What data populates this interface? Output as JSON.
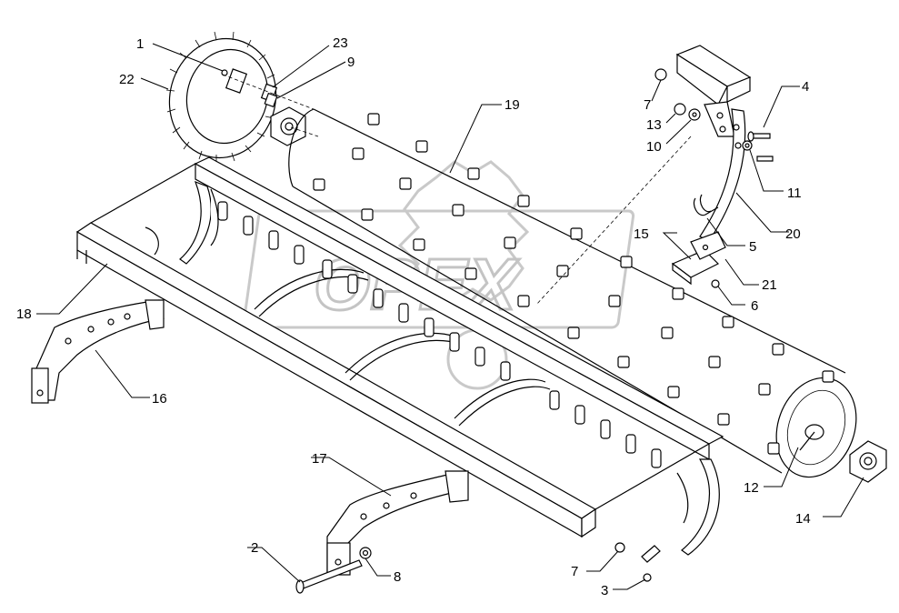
{
  "watermark": {
    "text": "OPEX"
  },
  "callouts": {
    "c1": "1",
    "c2": "2",
    "c3": "3",
    "c4": "4",
    "c5": "5",
    "c6": "6",
    "c7a": "7",
    "c7b": "7",
    "c8": "8",
    "c9": "9",
    "c10": "10",
    "c11": "11",
    "c12": "12",
    "c13": "13",
    "c14": "14",
    "c15": "15",
    "c16": "16",
    "c17": "17",
    "c18": "18",
    "c19": "19",
    "c20": "20",
    "c21": "21",
    "c22": "22",
    "c23": "23"
  }
}
